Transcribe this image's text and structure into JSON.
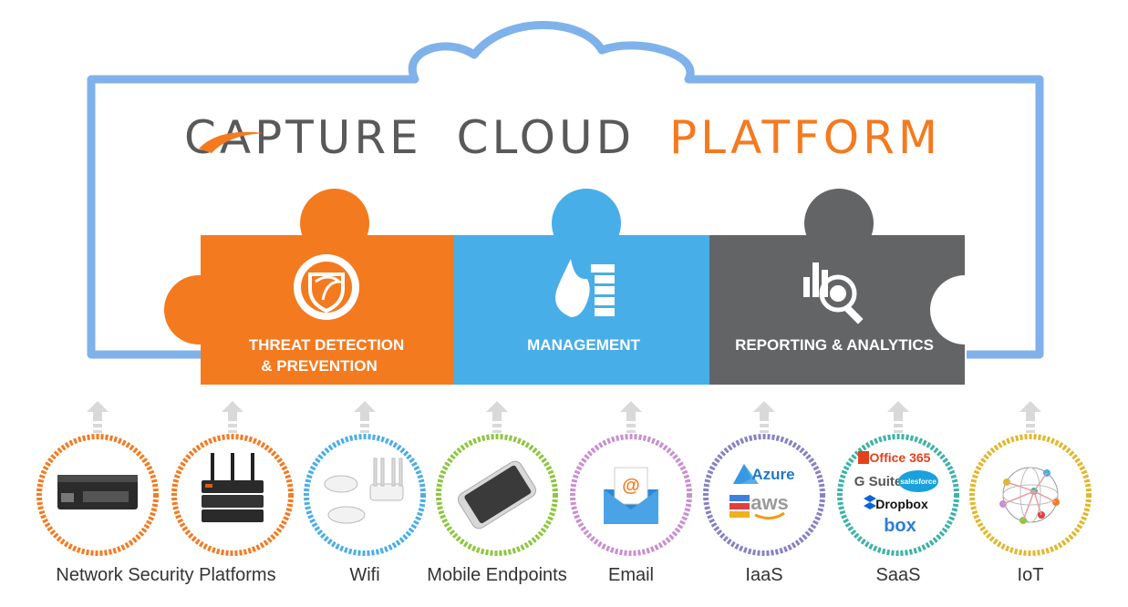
{
  "title": {
    "word1": "CAPTURE",
    "word2": "CLOUD",
    "word3": "PLATFORM",
    "color_dark": "#58595b",
    "color_accent": "#f47a20"
  },
  "colors": {
    "cloud_outline": "#7fb2ea",
    "threat": "#f47a20",
    "management": "#48aee8",
    "reporting": "#636466",
    "arrow": "#d9d9d9"
  },
  "pieces": [
    {
      "label_line1": "THREAT DETECTION",
      "label_line2": "& PREVENTION",
      "icon": "shield-icon"
    },
    {
      "label_line1": "MANAGEMENT",
      "icon": "firewall-icon"
    },
    {
      "label_line1": "REPORTING & ANALYTICS",
      "icon": "analytics-magnifier-icon"
    }
  ],
  "sources": [
    {
      "label": "Network Security Platforms",
      "ring_color": "#f47a20",
      "icon": "rack-appliance-icon"
    },
    {
      "label": "",
      "ring_color": "#f47a20",
      "icon": "firewall-router-icon"
    },
    {
      "label": "Wifi",
      "ring_color": "#4aaee6",
      "icon": "access-points-icon"
    },
    {
      "label": "Mobile Endpoints",
      "ring_color": "#8dc63f",
      "icon": "smartphone-icon"
    },
    {
      "label": "Email",
      "ring_color": "#c98fd0",
      "icon": "email-envelope-icon"
    },
    {
      "label": "IaaS",
      "ring_color": "#8781c4",
      "icon": "cloud-providers-icon"
    },
    {
      "label": "SaaS",
      "ring_color": "#3bb3a6",
      "icon": "saas-apps-icon"
    },
    {
      "label": "IoT",
      "ring_color": "#e2b72a",
      "icon": "iot-globe-icon"
    }
  ],
  "logos": {
    "azure": "Azure",
    "aws": "aws",
    "office365": "Office 365",
    "gsuite": "G Suite",
    "salesforce": "salesforce",
    "dropbox": "Dropbox",
    "box": "box"
  }
}
